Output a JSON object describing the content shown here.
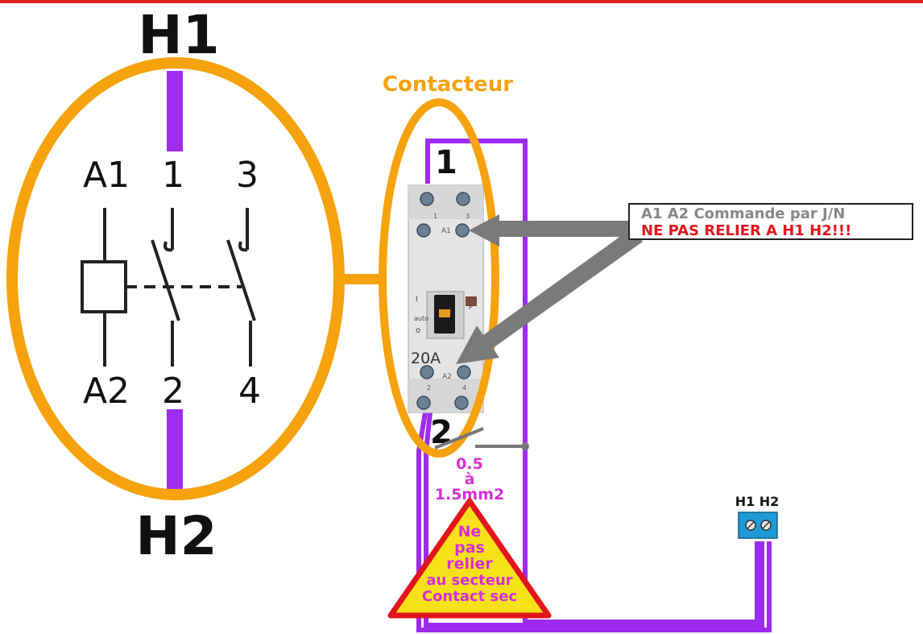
{
  "colors": {
    "orange": "#f5a20c",
    "purple": "#9d2cf0",
    "magenta": "#d62fd6",
    "red_bar": "#e02020",
    "warning_red": "#e4141c",
    "warning_yellow": "#f7e21a",
    "terminal_blue": "#1f9ad6",
    "arrow_gray": "#7a7a7a"
  },
  "symbol": {
    "top_label": "H1",
    "bottom_label": "H2",
    "coil_top": "A1",
    "coil_bottom": "A2",
    "contact1_top": "1",
    "contact1_bottom": "2",
    "contact2_top": "3",
    "contact2_bottom": "4"
  },
  "device": {
    "title": "Contacteur",
    "terminal_top": "1",
    "terminal_bottom": "2",
    "rating": "20A",
    "small_top_left": "1",
    "small_top_right": "3",
    "small_a1": "A1",
    "small_a2": "A2",
    "small_bottom_left": "2",
    "small_bottom_right": "4",
    "switch_i": "I",
    "switch_auto": "auto",
    "switch_o": "o",
    "switch_p": "P"
  },
  "note": {
    "line1": "A1 A2 Commande par J/N",
    "line2": "NE PAS RELIER A H1 H2!!!"
  },
  "wire": {
    "gauge_line1": "0.5",
    "gauge_line2": "à",
    "gauge_line3": "1.5mm2"
  },
  "warning": {
    "line1": "Ne",
    "line2": "pas",
    "line3": "relier",
    "line4": "au secteur",
    "line5": "Contact sec"
  },
  "terminal": {
    "label": "H1 H2"
  }
}
